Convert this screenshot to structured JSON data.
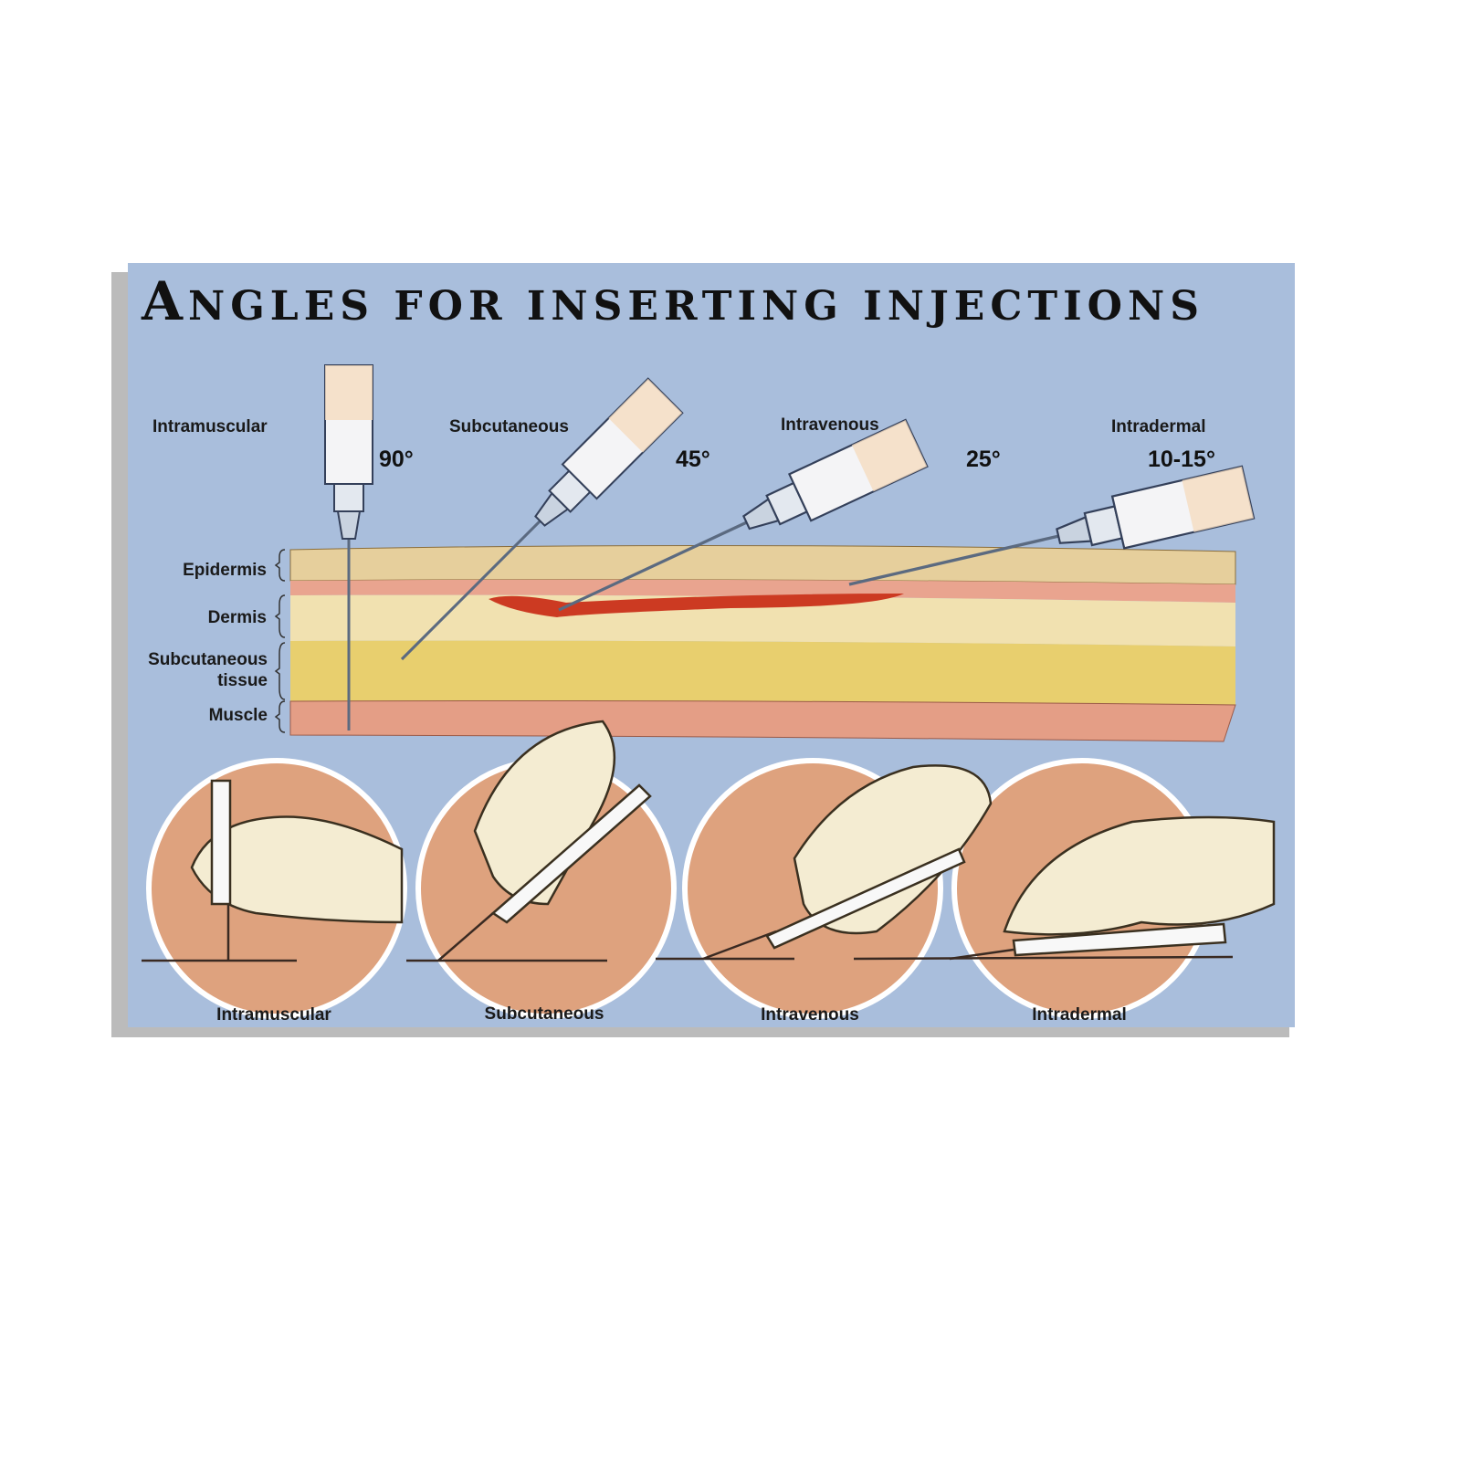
{
  "poster": {
    "title_first_letter": "A",
    "title_rest": "NGLES FOR INSERTING INJECTIONS",
    "colors": {
      "background": "#a9bedc",
      "epidermis": "#e6cf9c",
      "dermis_band": "#e9a48f",
      "dermis": "#f1e1b0",
      "subcutaneous": "#e8cf6e",
      "muscle": "#e49e86",
      "vein": "#cc3a22",
      "skin_circle": "#dea27e"
    }
  },
  "injections": [
    {
      "name": "Intramuscular",
      "angle": "90°",
      "angle_deg": 90
    },
    {
      "name": "Subcutaneous",
      "angle": "45°",
      "angle_deg": 45
    },
    {
      "name": "Intravenous",
      "angle": "25°",
      "angle_deg": 25
    },
    {
      "name": "Intradermal",
      "angle": "10-15°",
      "angle_deg": 12
    }
  ],
  "layers": {
    "epidermis": "Epidermis",
    "dermis": "Dermis",
    "subcutaneous_line1": "Subcutaneous",
    "subcutaneous_line2": "tissue",
    "muscle": "Muscle"
  }
}
